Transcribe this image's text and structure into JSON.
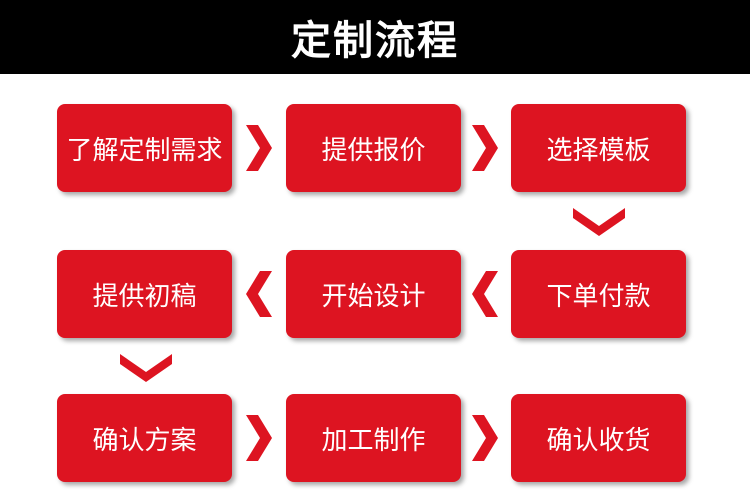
{
  "header": {
    "title": "定制流程"
  },
  "colors": {
    "banner": "#000000",
    "box": "#dd1421",
    "arrow": "#dd1421",
    "text": "#ffffff"
  },
  "steps": [
    {
      "label": "了解定制需求"
    },
    {
      "label": "提供报价"
    },
    {
      "label": "选择模板"
    },
    {
      "label": "下单付款"
    },
    {
      "label": "开始设计"
    },
    {
      "label": "提供初稿"
    },
    {
      "label": "确认方案"
    },
    {
      "label": "加工制作"
    },
    {
      "label": "确认收货"
    }
  ],
  "arrows": [
    {
      "icon": "chevron-right-icon"
    },
    {
      "icon": "chevron-right-icon"
    },
    {
      "icon": "chevron-down-icon"
    },
    {
      "icon": "chevron-left-icon"
    },
    {
      "icon": "chevron-left-icon"
    },
    {
      "icon": "chevron-down-icon"
    },
    {
      "icon": "chevron-right-icon"
    },
    {
      "icon": "chevron-right-icon"
    }
  ]
}
